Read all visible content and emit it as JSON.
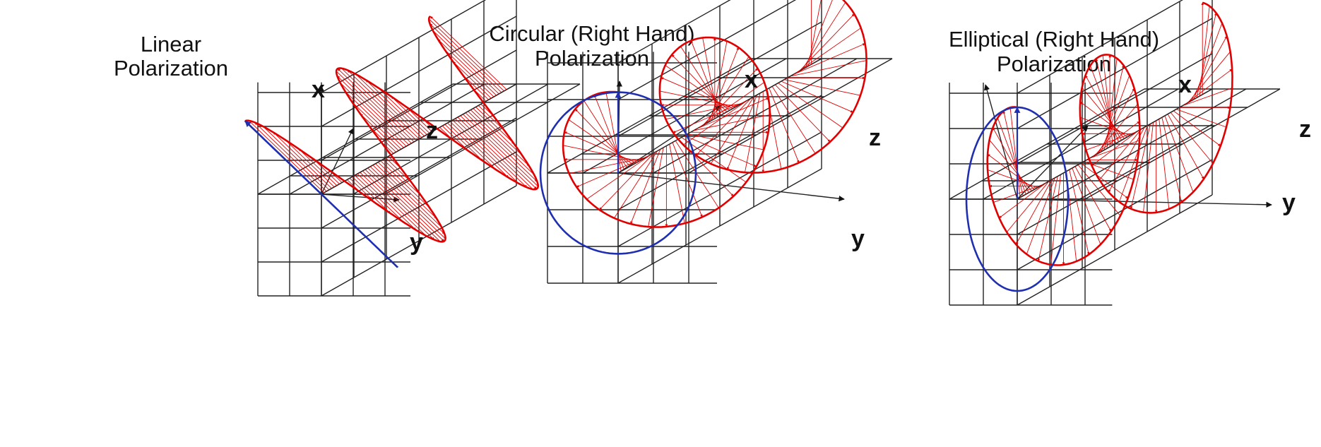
{
  "panels": [
    {
      "title_lines": [
        "Linear",
        "Polarization"
      ],
      "axes": {
        "x": "x",
        "y": "y",
        "z": "z"
      }
    },
    {
      "title_lines": [
        "Circular (Right Hand)",
        "Polarization"
      ],
      "axes": {
        "x": "x",
        "y": "y",
        "z": "z"
      }
    },
    {
      "title_lines": [
        "Elliptical (Right Hand)",
        "Polarization"
      ],
      "axes": {
        "x": "x",
        "y": "y",
        "z": "z"
      }
    }
  ],
  "colors": {
    "field_vector": "#e00000",
    "projection": "#1f2fb0",
    "grid": "#222222"
  }
}
